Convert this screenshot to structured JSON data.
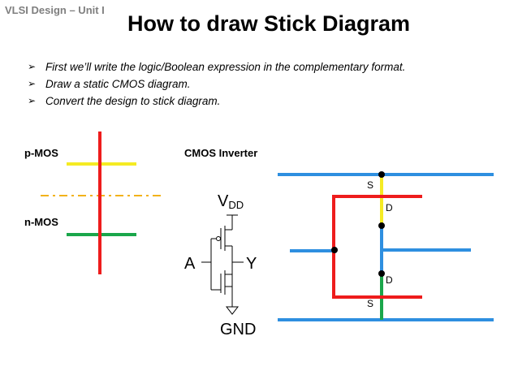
{
  "header": {
    "unit_label": "VLSI Design – Unit I",
    "title": "How to draw Stick Diagram"
  },
  "bullets": [
    "First we’ll write the logic/Boolean expression in the complementary format.",
    "Draw a static CMOS diagram.",
    "Convert the design to stick diagram."
  ],
  "bullet_glyph": "➢",
  "labels": {
    "pmos": "p-MOS",
    "nmos": "n-MOS",
    "cmos_inverter": "CMOS Inverter"
  },
  "schematic": {
    "vdd_main": "V",
    "vdd_sub": "DD",
    "input": "A",
    "output": "Y",
    "ground": "GND"
  },
  "stick": {
    "source_top": "S",
    "drain_top": "D",
    "drain_bottom": "D",
    "source_bottom": "S"
  },
  "colors": {
    "polysilicon": "#ee1c1c",
    "p_diffusion": "#f5eb23",
    "n_diffusion": "#1aa64a",
    "metal": "#2e8fe0",
    "well_boundary": "#f2b21a"
  }
}
